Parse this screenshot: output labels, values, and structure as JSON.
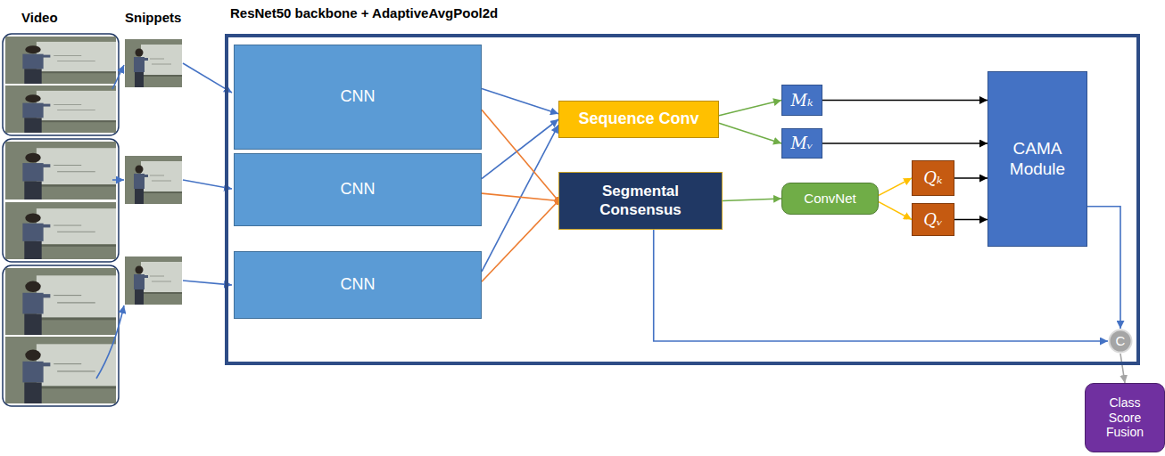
{
  "diagram": {
    "nodes": [
      {
        "text": [
          "ResNet50 backbone + AdaptiveAvgPool2d"
        ]
      },
      {
        "text": [
          "CNN"
        ],
        "in": 0
      },
      {
        "text": [
          "CNN"
        ],
        "in": 0
      },
      {
        "text": [
          "CNN"
        ],
        "in": 0
      },
      {
        "text": [
          "Sequence Conv"
        ],
        "in": 0
      },
      {
        "text": [
          "Segmental Consensus"
        ],
        "in": 0
      },
      {
        "text": [
          "Mₖ"
        ],
        "in": 0
      },
      {
        "text": [
          "Mᵥ"
        ],
        "in": 0
      },
      {
        "text": [
          "ConvNet"
        ],
        "in": 0
      },
      {
        "text": [
          "Qₖ"
        ],
        "in": 0
      },
      {
        "text": [
          "Qᵥ"
        ],
        "in": 0
      },
      {
        "text": [
          "CAMA Module"
        ],
        "in": 0
      },
      {
        "text": [
          "C"
        ],
        "in": 0
      },
      {
        "text": [
          "Class Score Fusion"
        ]
      }
    ],
    "edges": [
      {
        "from": 1,
        "to": 4,
        "arrow": "to"
      },
      {
        "from": 2,
        "to": 4,
        "arrow": "to"
      },
      {
        "from": 3,
        "to": 4,
        "arrow": "to"
      },
      {
        "from": 1,
        "to": 5,
        "arrow": "to"
      },
      {
        "from": 2,
        "to": 5,
        "arrow": "to"
      },
      {
        "from": 3,
        "to": 5,
        "arrow": "to"
      },
      {
        "from": 4,
        "to": 6,
        "arrow": "to"
      },
      {
        "from": 4,
        "to": 7,
        "arrow": "to"
      },
      {
        "from": 5,
        "to": 8,
        "arrow": "to"
      },
      {
        "from": 8,
        "to": 9,
        "arrow": "to"
      },
      {
        "from": 8,
        "to": 10,
        "arrow": "to"
      },
      {
        "from": 6,
        "to": 11,
        "arrow": "to"
      },
      {
        "from": 7,
        "to": 11,
        "arrow": "to"
      },
      {
        "from": 9,
        "to": 11,
        "arrow": "to"
      },
      {
        "from": 10,
        "to": 11,
        "arrow": "to"
      },
      {
        "from": 11,
        "to": 12,
        "arrow": "to"
      },
      {
        "from": 5,
        "to": 12,
        "arrow": "to"
      },
      {
        "from": 12,
        "to": 13,
        "arrow": "to"
      }
    ],
    "labels": [
      "Video",
      "Snippets"
    ]
  }
}
